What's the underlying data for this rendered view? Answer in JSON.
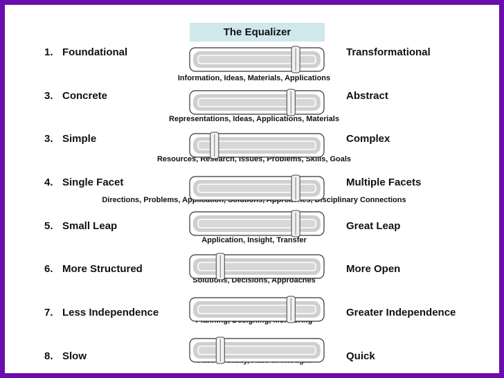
{
  "title": "The Equalizer",
  "rows": [
    {
      "num": "1.",
      "left": "Foundational",
      "right": "Transformational",
      "desc": "Information, Ideas, Materials, Applications",
      "handle": 0.83
    },
    {
      "num": "3.",
      "left": "Concrete",
      "right": "Abstract",
      "desc": "Representations, Ideas, Applications, Materials",
      "handle": 0.79
    },
    {
      "num": "3.",
      "left": "Simple",
      "right": "Complex",
      "desc": "Resources, Research, Issues, Problems, Skills, Goals",
      "handle": 0.14
    },
    {
      "num": "4.",
      "left": "Single Facet",
      "right": "Multiple Facets",
      "desc": "Directions, Problems, Application, Solutions, Approaches, Disciplinary Connections",
      "handle": 0.83
    },
    {
      "num": "5.",
      "left": "Small Leap",
      "right": "Great Leap",
      "desc": "Application, Insight, Transfer",
      "handle": 0.83
    },
    {
      "num": "6.",
      "left": "More Structured",
      "right": "More Open",
      "desc": "Solutions, Decisions, Approaches",
      "handle": 0.19
    },
    {
      "num": "7.",
      "left": "Less Independence",
      "right": "Greater Independence",
      "desc": "Planning, Designing, Monitoring",
      "handle": 0.79
    },
    {
      "num": "8.",
      "left": "Slow",
      "right": "Quick",
      "desc": "Pace of Study, Pace of Thought",
      "handle": 0.19
    }
  ]
}
